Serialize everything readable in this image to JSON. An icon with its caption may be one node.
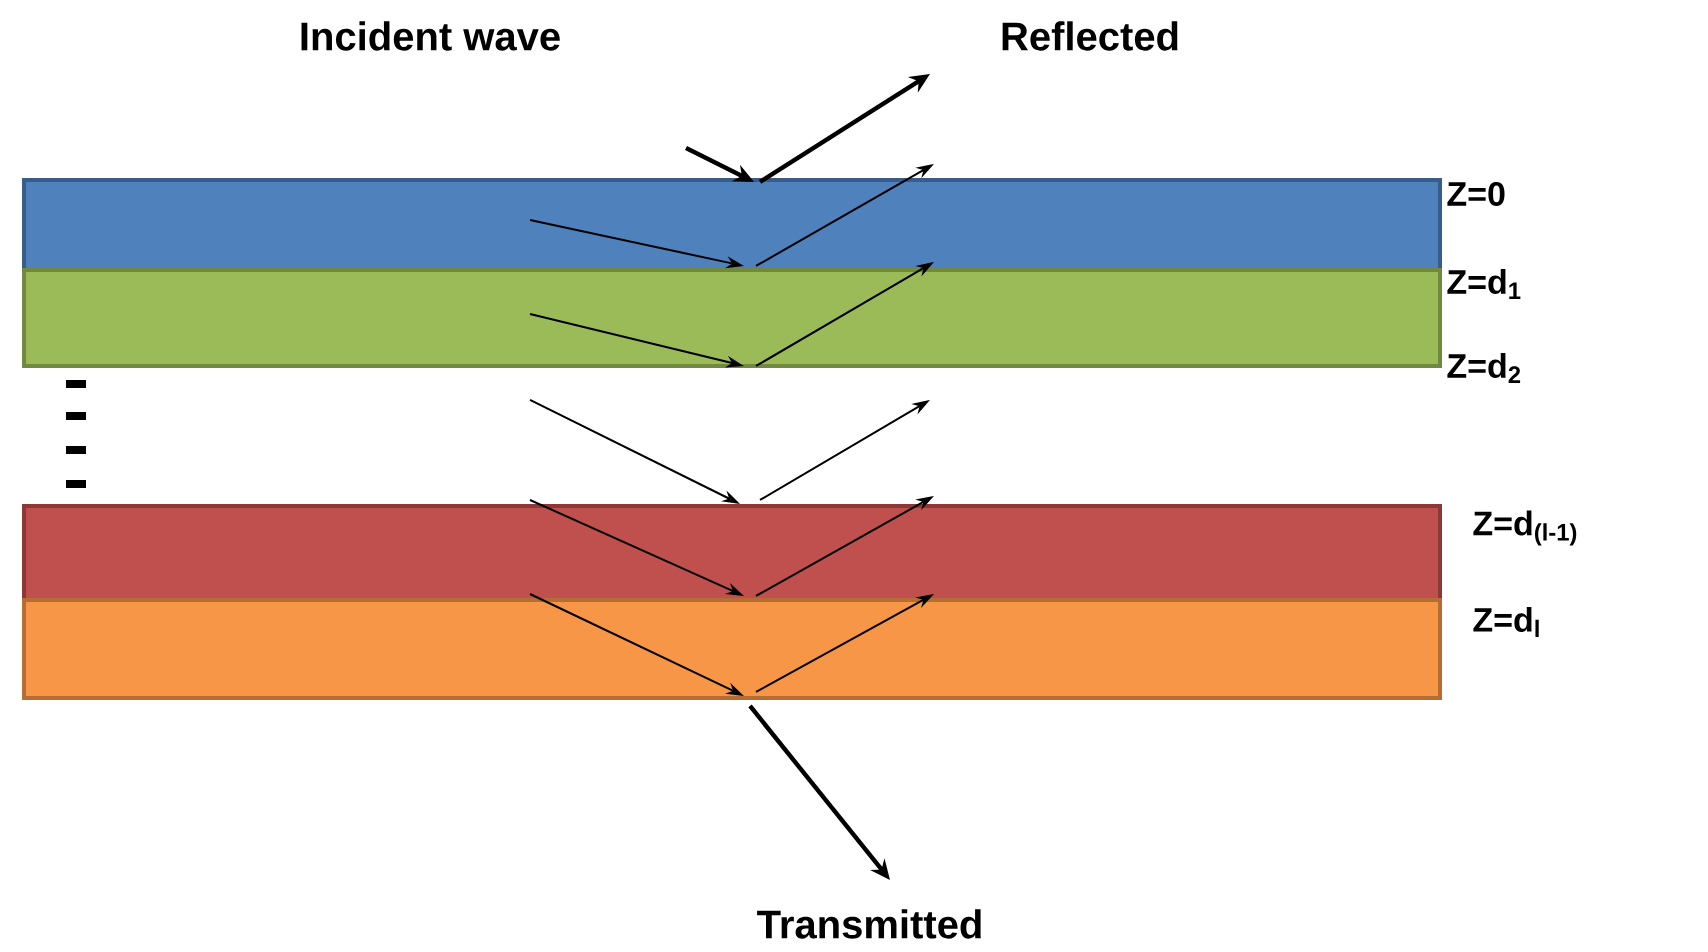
{
  "diagram": {
    "labels": [
      "Incident wave",
      "Reflected",
      "Z=0",
      "Z=d$_{1}$",
      "Z=d$_{2}$",
      "Z=d$_{(l-1)}$",
      "Z=d$_{l}$",
      "Transmitted"
    ]
  }
}
